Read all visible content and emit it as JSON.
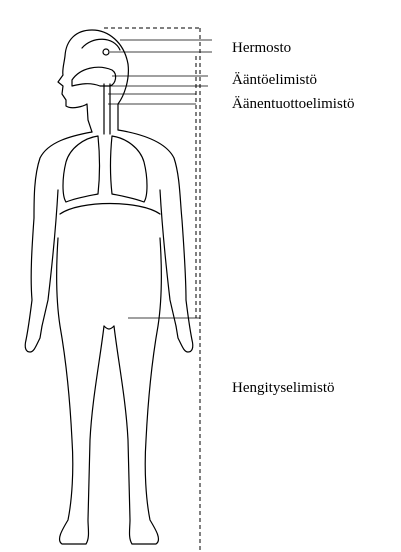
{
  "labels": {
    "hermosto": "Hermosto",
    "aantoelimisto": "Ääntöelimistö",
    "aanentuottoelimisto": "Äänentuottoelimistö",
    "hengityselimisto": "Hengityselimistö"
  },
  "colors": {
    "background": "#ffffff",
    "line": "#000000"
  }
}
